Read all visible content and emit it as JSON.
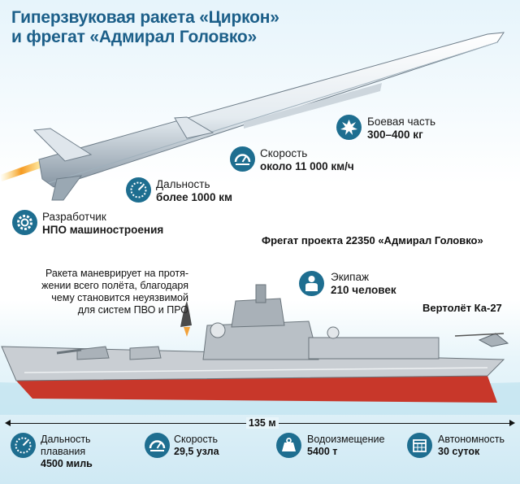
{
  "title_lines": [
    "Гиперзвуковая ракета «Циркон»",
    "и фрегат «Адмирал Головко»"
  ],
  "missile_specs": [
    {
      "icon": "gear-icon",
      "label": "Разработчик",
      "value": "НПО машиностроения"
    },
    {
      "icon": "range-dial-icon",
      "label": "Дальность",
      "value": "более 1000 км"
    },
    {
      "icon": "speedometer-icon",
      "label": "Скорость",
      "value": "около 11 000 км/ч"
    },
    {
      "icon": "explosion-icon",
      "label": "Боевая часть",
      "value": "300–400 кг"
    }
  ],
  "frigate_title": "Фрегат проекта 22350 «Адмирал Головко»",
  "crew": {
    "icon": "person-icon",
    "label": "Экипаж",
    "value": "210 человек"
  },
  "note_lines": [
    "Ракета маневрирует на протя-",
    "жении всего полёта, благодаря",
    "чему становится неуязвимой",
    "для систем ПВО и ПРО"
  ],
  "helicopter_label": "Вертолёт Ка-27",
  "length_label": "135 м",
  "ship_specs": [
    {
      "icon": "range-dial-icon",
      "label_lines": [
        "Дальность",
        "плавания"
      ],
      "value": "4500 миль"
    },
    {
      "icon": "speedometer-icon",
      "label_lines": [
        "Скорость"
      ],
      "value": "29,5 узла"
    },
    {
      "icon": "weight-icon",
      "label_lines": [
        "Водоизмещение"
      ],
      "value": "5400 т"
    },
    {
      "icon": "calendar-icon",
      "label_lines": [
        "Автономность"
      ],
      "value": "30 суток"
    }
  ],
  "colors": {
    "accent": "#1e6e90",
    "title": "#1c5f89",
    "hull_red": "#c8372a",
    "hull_grey": "#c9ced3"
  }
}
